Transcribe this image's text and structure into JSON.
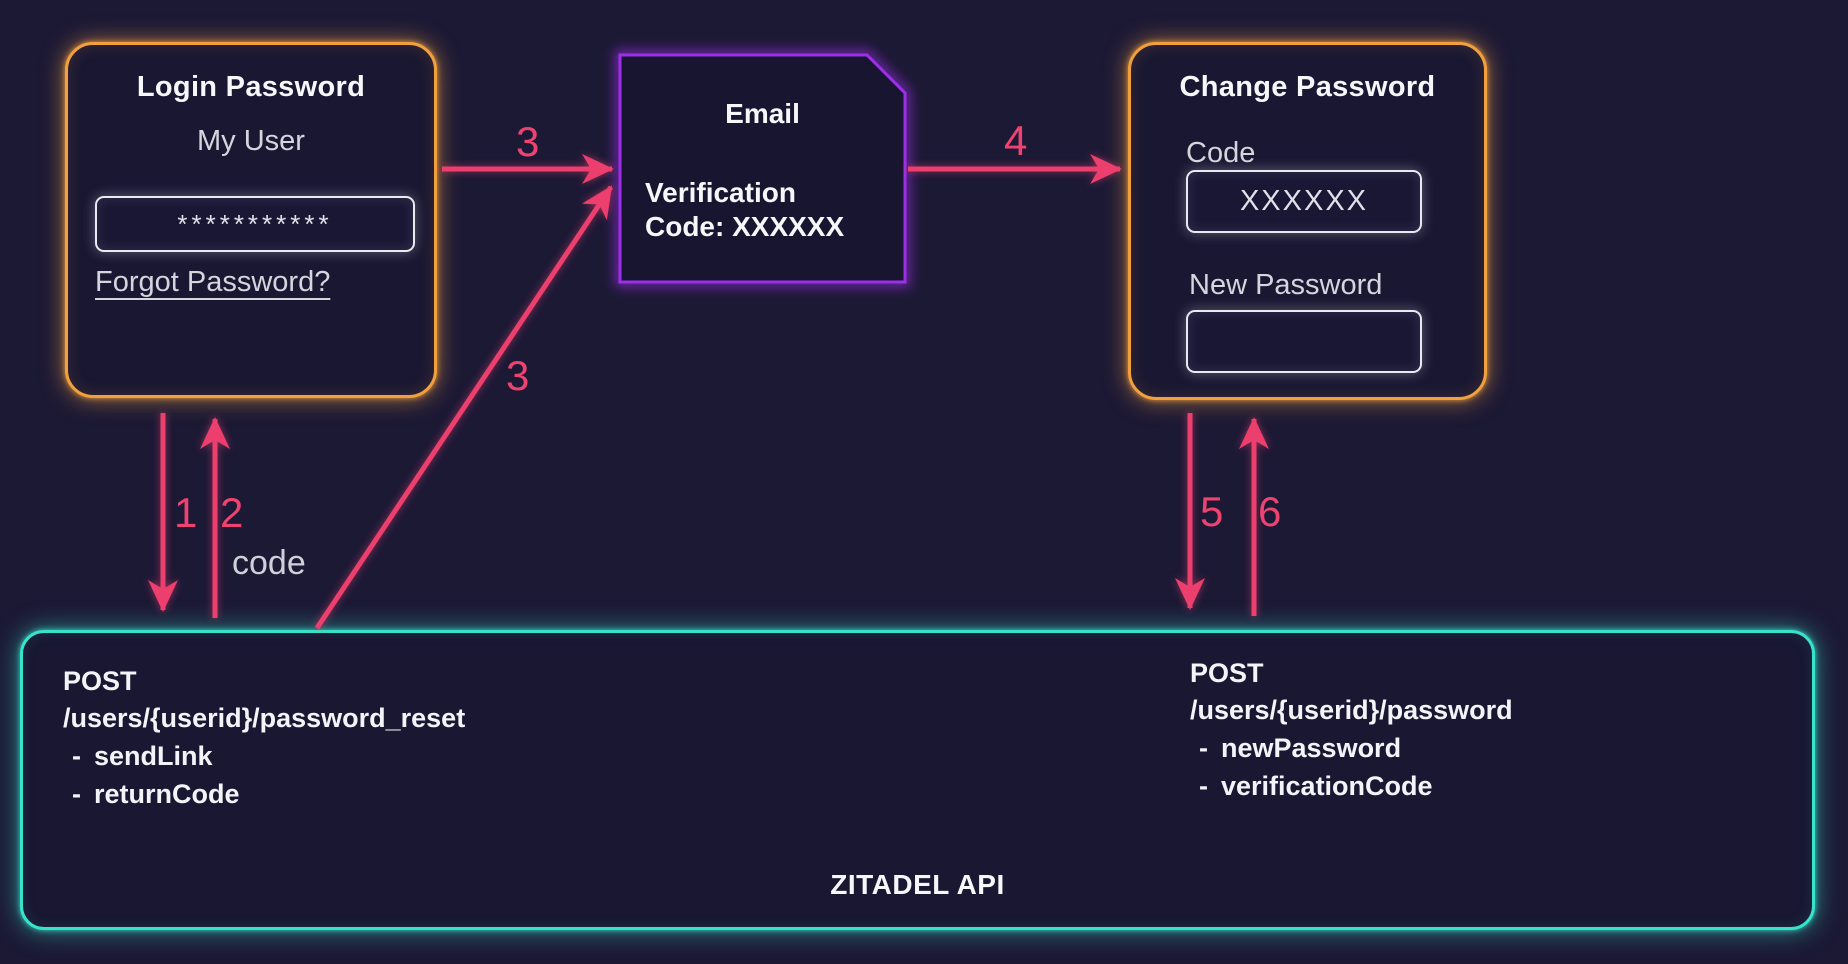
{
  "colors": {
    "background": "#1c1935",
    "panel": "#191732",
    "orange": "#f2a03e",
    "purple": "#9d2fe8",
    "teal": "#38e3cb",
    "pink": "#ec3f6e",
    "text_primary": "#f7f7fa",
    "text_secondary": "#d5d5de"
  },
  "login_box": {
    "title": "Login Password",
    "username": "My User",
    "password_value": "***********",
    "forgot_link": "Forgot Password?"
  },
  "email_box": {
    "title": "Email",
    "line1": "Verification",
    "line2": "Code: XXXXXX"
  },
  "change_box": {
    "title": "Change Password",
    "code_label": "Code",
    "code_value": "XXXXXX",
    "new_password_label": "New Password",
    "new_password_value": ""
  },
  "api_box": {
    "title": "ZITADEL API",
    "bullet": "-",
    "left": {
      "method": "POST",
      "path": "/users/{userid}/password_reset",
      "params": [
        "sendLink",
        "returnCode"
      ]
    },
    "right": {
      "method": "POST",
      "path": "/users/{userid}/password",
      "params": [
        "newPassword",
        "verificationCode"
      ]
    }
  },
  "flow": {
    "step1": "1",
    "step2": "2",
    "step3_diagonal": "3",
    "step3_horizontal": "3",
    "step4": "4",
    "step5": "5",
    "step6": "6",
    "code_caption": "code"
  }
}
